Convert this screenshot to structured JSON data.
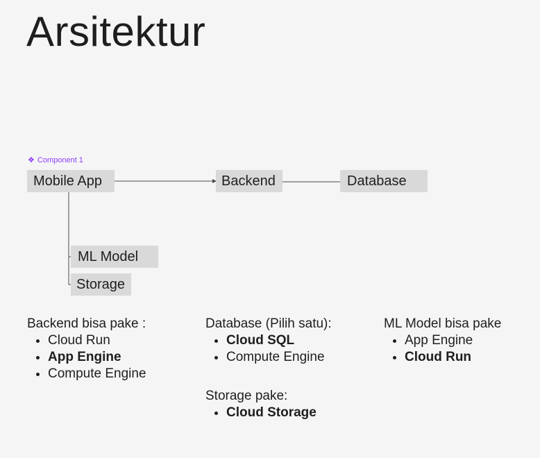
{
  "page": {
    "title": "Arsitektur"
  },
  "component": {
    "label": "Component 1",
    "icon": "component-icon"
  },
  "nodes": {
    "mobile_app": "Mobile App",
    "backend": "Backend",
    "database": "Database",
    "ml_model": "ML Model",
    "storage": "Storage"
  },
  "notes": {
    "backend": {
      "heading": "Backend bisa pake :",
      "items": [
        "Cloud Run",
        "App Engine",
        "Compute Engine"
      ]
    },
    "database": {
      "heading": "Database (Pilih satu):",
      "items": [
        "Cloud SQL",
        "Compute Engine"
      ]
    },
    "storage": {
      "heading": "Storage pake:",
      "items": [
        "Cloud Storage"
      ]
    },
    "ml_model": {
      "heading": "ML Model bisa pake",
      "items": [
        "App Engine",
        "Cloud Run"
      ]
    }
  },
  "colors": {
    "background": "#f5f5f5",
    "node_fill": "#d9d9d9",
    "component_accent": "#8b3dff",
    "line": "#4a4a4a"
  }
}
